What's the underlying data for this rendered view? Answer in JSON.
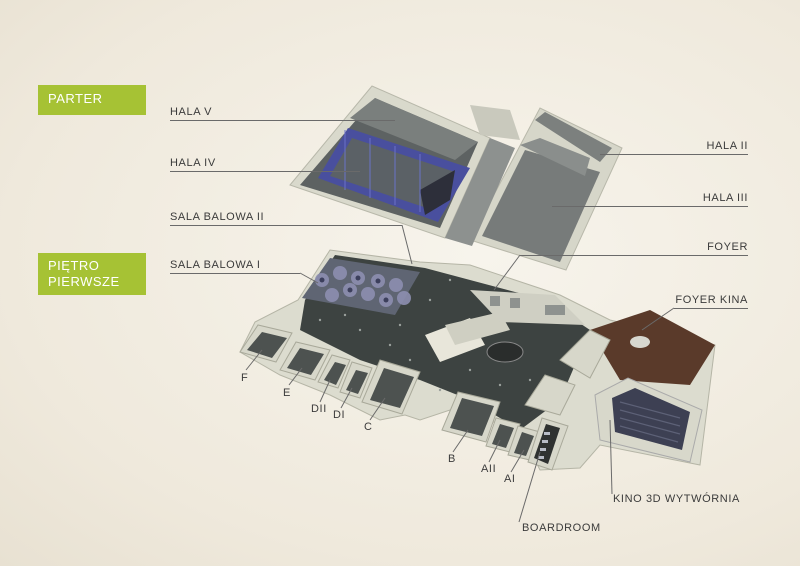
{
  "badges": {
    "parter": "PARTER",
    "pietro_line1": "PIĘTRO",
    "pietro_line2": "PIERWSZE"
  },
  "labels": {
    "hala_v": "HALA V",
    "hala_iv": "HALA IV",
    "sala_balowa_ii": "SALA BALOWA II",
    "sala_balowa_i": "SALA BALOWA I",
    "hala_ii": "HALA II",
    "hala_iii": "HALA III",
    "foyer": "FOYER",
    "foyer_kina": "FOYER KINA",
    "kino_3d": "KINO 3D WYTWÓRNIA",
    "boardroom": "BOARDROOM",
    "f": "F",
    "e": "E",
    "dii": "DII",
    "di": "DI",
    "c": "C",
    "b": "B",
    "aii": "AII",
    "ai": "AI"
  },
  "colors": {
    "badge_green": "#a6c234",
    "wall": "#dcdccf",
    "floor_dark": "#3f4442",
    "floor_grey": "#6e7372",
    "hall_blue": "#3a3f8f",
    "foyer_kina_wood": "#5a3a2a"
  }
}
